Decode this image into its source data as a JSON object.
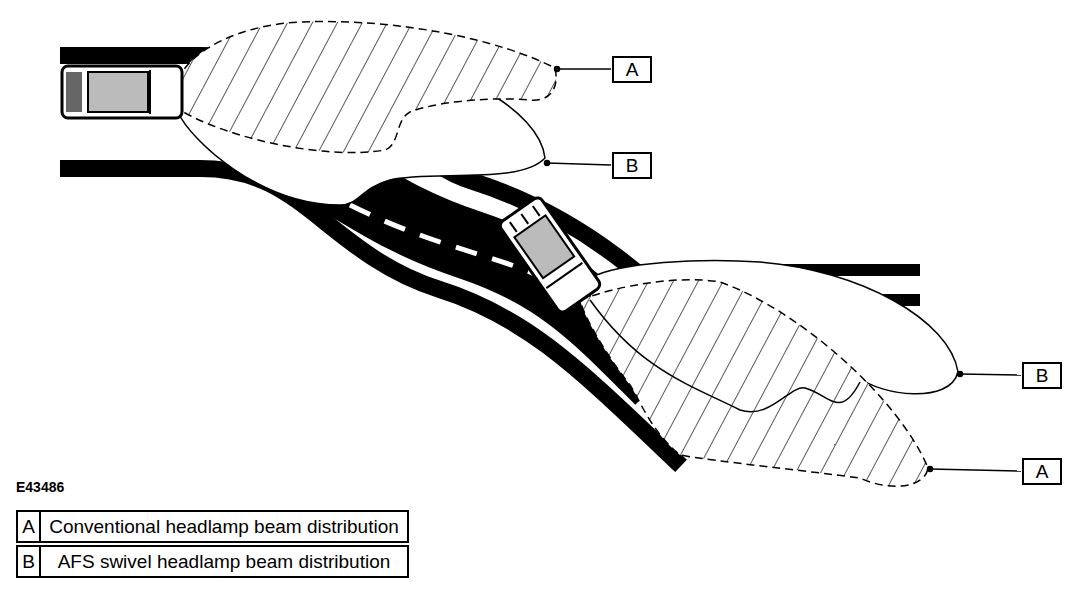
{
  "diagram": {
    "nodes": [
      {
        "text": [
          "A"
        ]
      },
      {
        "text": [
          "B"
        ]
      },
      {
        "text": [
          "B"
        ]
      },
      {
        "text": [
          "A"
        ]
      }
    ],
    "labels": [
      "E43486",
      "A",
      "Conventional headlamp beam distribution",
      "B",
      "AFS swivel headlamp beam distribution"
    ]
  }
}
